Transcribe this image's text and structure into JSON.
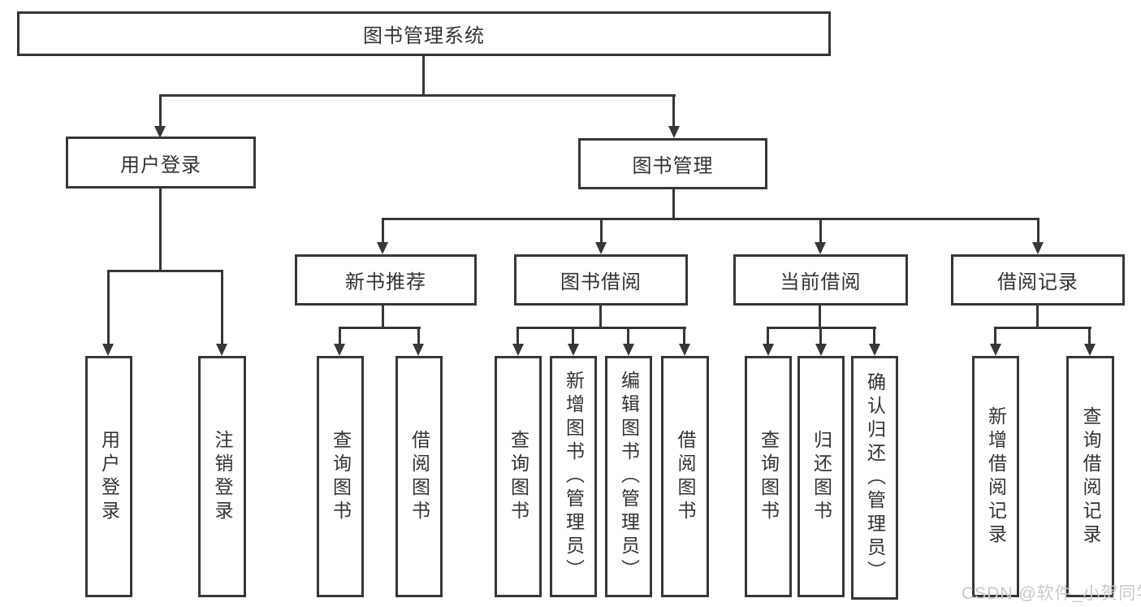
{
  "diagram": {
    "root": {
      "label": "图书管理系统"
    },
    "branches": [
      {
        "label": "用户登录",
        "children": [
          {
            "label": "用户登录"
          },
          {
            "label": "注销登录"
          }
        ]
      },
      {
        "label": "图书管理",
        "children": [
          {
            "label": "新书推荐",
            "children": [
              {
                "label": "查询图书"
              },
              {
                "label": "借阅图书"
              }
            ]
          },
          {
            "label": "图书借阅",
            "children": [
              {
                "label": "查询图书"
              },
              {
                "label": "新增图书（管理员）"
              },
              {
                "label": "编辑图书（管理员）"
              },
              {
                "label": "借阅图书"
              }
            ]
          },
          {
            "label": "当前借阅",
            "children": [
              {
                "label": "查询图书"
              },
              {
                "label": "归还图书"
              },
              {
                "label": "确认归还（管理员）"
              }
            ]
          },
          {
            "label": "借阅记录",
            "children": [
              {
                "label": "新增借阅记录"
              },
              {
                "label": "查询借阅记录"
              }
            ]
          }
        ]
      }
    ],
    "watermark": "CSDN @软件_小贺同学",
    "colors": {
      "line": "#373737",
      "text": "#333333",
      "background": "#ffffff",
      "watermark": "#c9c9c9"
    }
  }
}
